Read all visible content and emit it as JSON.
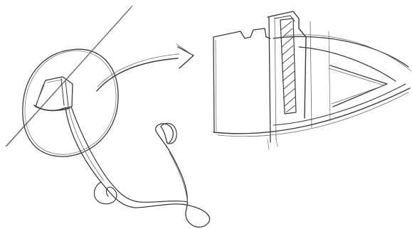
{
  "drawing": {
    "medium": "pencil sketch",
    "stroke_color": "#3a3a3a",
    "background_color": "#ffffff",
    "elements": [
      "diagonal-guide-line",
      "magnifier-circle",
      "small-profile-in-circle",
      "curved-arrow",
      "enlarged-profile-detail",
      "hatched-section",
      "looping-cable"
    ]
  }
}
